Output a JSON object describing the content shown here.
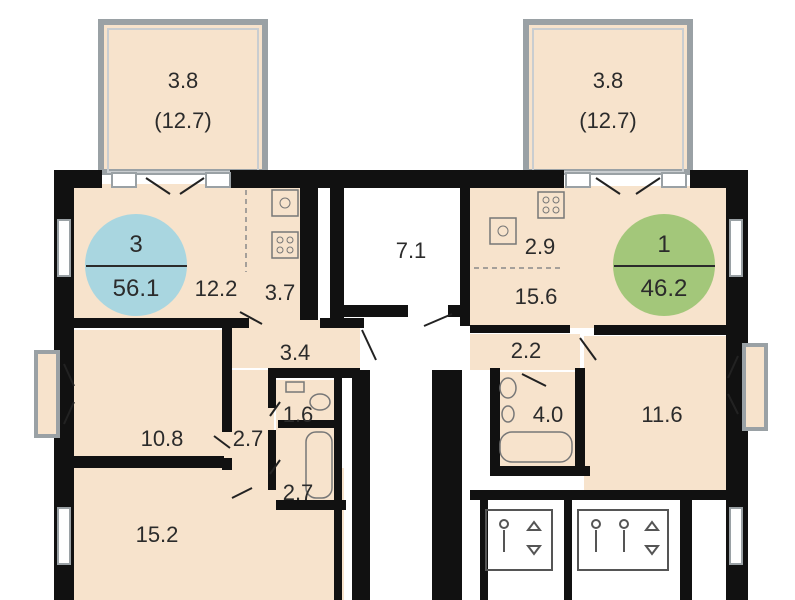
{
  "colors": {
    "room_fill": "#f7e3cc",
    "wall": "#111111",
    "balcony_fill": "#f7e3cc",
    "balcony_frame": "#9aa1a5",
    "background": "#ffffff",
    "badge_left": "#a9d6e0",
    "badge_right": "#a3c77a"
  },
  "apartments": [
    {
      "rooms": "3",
      "area": "56.1",
      "badge_color": "#a9d6e0"
    },
    {
      "rooms": "1",
      "area": "46.2",
      "badge_color": "#a3c77a"
    }
  ],
  "balconies": [
    {
      "area": "3.8",
      "area_total": "(12.7)"
    },
    {
      "area": "3.8",
      "area_total": "(12.7)"
    }
  ],
  "rooms": {
    "living_left": "12.2",
    "kitchen_left": "3.7",
    "hall_left": "3.4",
    "bath_left_1": "1.6",
    "bath_left_2": "2.7",
    "corridor_left": "2.7",
    "bedroom_left_1": "10.8",
    "bedroom_left_2": "15.2",
    "lobby": "7.1",
    "kitchen_right": "2.9",
    "living_right": "15.6",
    "hall_right": "2.2",
    "bath_right": "4.0",
    "bedroom_right": "11.6"
  },
  "icons": [
    "sink-icon",
    "stove-icon",
    "toilet-icon",
    "bathtub-icon",
    "elevator-icon"
  ]
}
